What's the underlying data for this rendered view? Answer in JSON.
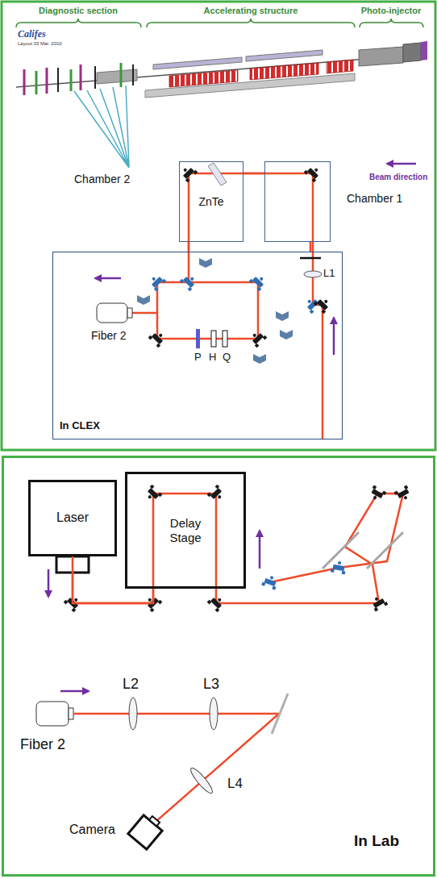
{
  "diagram": {
    "nodes": [
      {
        "text": [
          "ZnTe"
        ]
      },
      {
        "text": [
          "Chamber 1"
        ]
      },
      {
        "text": [
          "In CLEX"
        ]
      },
      {
        "text": [
          "In Lab"
        ]
      },
      {
        "text": [
          "Laser"
        ],
        "in": 3
      },
      {
        "text": [
          "Delay Stage"
        ],
        "in": 3
      }
    ],
    "edges": [
      {
        "from": 1,
        "to": 0,
        "arrow": "none"
      },
      {
        "from": 2,
        "to": 1,
        "arrow": "none"
      },
      {
        "from": 0,
        "to": 2,
        "arrow": "none"
      },
      {
        "from": 4,
        "to": 5,
        "arrow": "none"
      }
    ],
    "labels": [
      "Diagnostic section",
      "Accelerating structure",
      "Photo-injector",
      "Califes",
      "Layout 03 Mar. 2010",
      "Chamber 2",
      "Beam direction",
      "L1",
      "Fiber 2",
      "P",
      "H",
      "Q",
      "L2",
      "L3",
      "Fiber 2",
      "L4",
      "Camera"
    ]
  }
}
